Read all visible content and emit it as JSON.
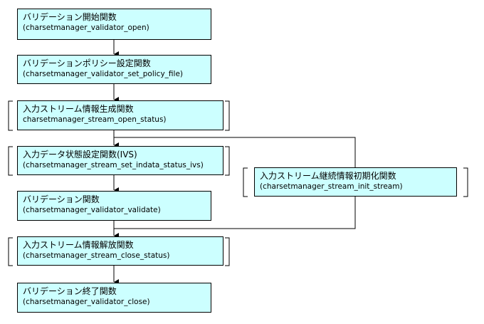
{
  "flow": {
    "steps": [
      {
        "title": "バリデーション開始関数",
        "func": "(charsetmanager_validator_open)"
      },
      {
        "title": "バリデーションポリシー設定関数",
        "func": "(charsetmanager_validator_set_policy_file)"
      },
      {
        "title": "入力ストリーム情報生成関数",
        "func": "charsetmanager_stream_open_status)"
      },
      {
        "title": "入力データ状態設定関数(IVS)",
        "func": "(charsetmanager_stream_set_indata_status_ivs)"
      },
      {
        "title": "バリデーション関数",
        "func": "(charsetmanager_validator_validate)"
      },
      {
        "title": "入力ストリーム情報解放関数",
        "func": "(charsetmanager_stream_close_status)"
      },
      {
        "title": "バリデーション終了関数",
        "func": "(charsetmanager_validator_close)"
      }
    ],
    "side_step": {
      "title": "入力ストリーム継続情報初期化関数",
      "func": "(charsetmanager_stream_init_stream)"
    }
  },
  "colors": {
    "box_fill": "#ccffff",
    "box_border": "#000000",
    "line": "#000000",
    "bracket": "#000000"
  }
}
